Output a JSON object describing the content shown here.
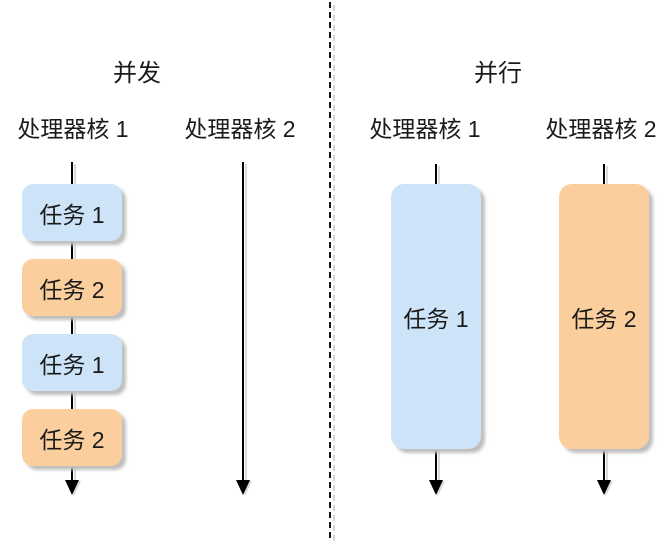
{
  "diagram": {
    "left": {
      "title": "并发",
      "core1": {
        "label": "处理器核 1",
        "tasks": [
          "任务 1",
          "任务 2",
          "任务 1",
          "任务 2"
        ]
      },
      "core2": {
        "label": "处理器核 2",
        "tasks": []
      }
    },
    "right": {
      "title": "并行",
      "core1": {
        "label": "处理器核 1",
        "task": "任务 1"
      },
      "core2": {
        "label": "处理器核 2",
        "task": "任务 2"
      }
    },
    "colors": {
      "task_blue": "#cde3f8",
      "task_orange": "#fbce9d",
      "line": "#000000",
      "shadow": "#bfbfbf"
    }
  }
}
